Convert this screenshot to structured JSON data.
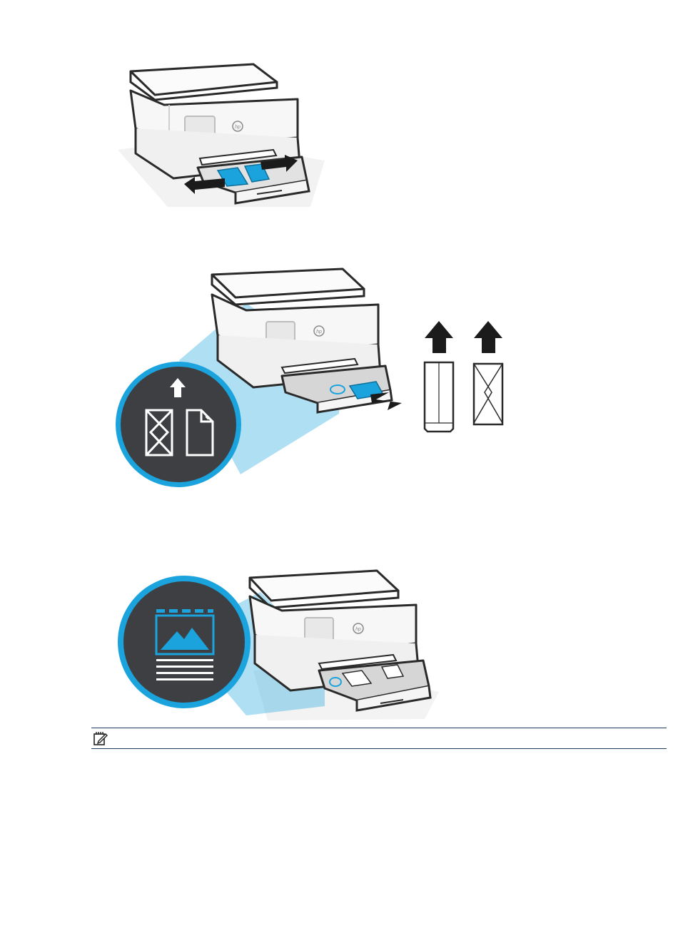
{
  "figures": [
    {
      "name": "adjust-paper-width-guides",
      "printer_logo": "hp",
      "icons": [
        "hp-logo-icon",
        "double-arrow-icon"
      ]
    },
    {
      "name": "load-envelopes",
      "printer_logo": "hp",
      "icons": [
        "hp-logo-icon",
        "arrow-up-icon",
        "envelope-icon",
        "paper-sheet-icon",
        "envelope-up-icon"
      ]
    },
    {
      "name": "load-photo-paper",
      "printer_logo": "hp",
      "icons": [
        "hp-logo-icon",
        "photo-paper-icon"
      ]
    }
  ],
  "note": {
    "icon": "note-icon",
    "text": ""
  },
  "colors": {
    "accent": "#1aa3dd",
    "dark_circle": "#3e3f42",
    "outline": "#2a2a2a",
    "body_fill": "#f7f7f7"
  }
}
